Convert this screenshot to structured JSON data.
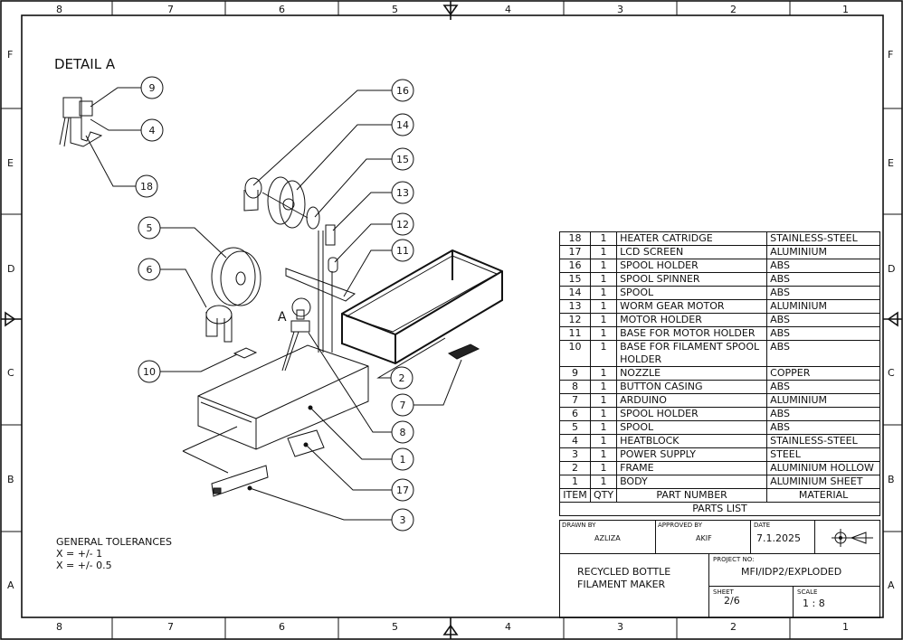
{
  "detail_title": "DETAIL A",
  "detail_marker": "A",
  "zones": {
    "columns": [
      "8",
      "7",
      "6",
      "5",
      "4",
      "3",
      "2",
      "1"
    ],
    "rows": [
      "F",
      "E",
      "D",
      "C",
      "B",
      "A"
    ]
  },
  "balloons": [
    "9",
    "4",
    "18",
    "5",
    "6",
    "10",
    "16",
    "14",
    "15",
    "13",
    "12",
    "11",
    "2",
    "7",
    "8",
    "1",
    "17",
    "3"
  ],
  "tolerances": {
    "title": "GENERAL TOLERANCES",
    "lines": [
      "X = +/- 1",
      "X = +/- 0.5"
    ]
  },
  "parts_list": {
    "title": "PARTS LIST",
    "headers": [
      "ITEM",
      "QTY",
      "PART NUMBER",
      "MATERIAL"
    ],
    "rows": [
      {
        "item": "18",
        "qty": "1",
        "part": "HEATER CATRIDGE",
        "material": "STAINLESS-STEEL"
      },
      {
        "item": "17",
        "qty": "1",
        "part": "LCD SCREEN",
        "material": "ALUMINIUM"
      },
      {
        "item": "16",
        "qty": "1",
        "part": "SPOOL HOLDER",
        "material": "ABS"
      },
      {
        "item": "15",
        "qty": "1",
        "part": "SPOOL SPINNER",
        "material": "ABS"
      },
      {
        "item": "14",
        "qty": "1",
        "part": "SPOOL",
        "material": "ABS"
      },
      {
        "item": "13",
        "qty": "1",
        "part": "WORM GEAR MOTOR",
        "material": "ALUMINIUM"
      },
      {
        "item": "12",
        "qty": "1",
        "part": "MOTOR HOLDER",
        "material": "ABS"
      },
      {
        "item": "11",
        "qty": "1",
        "part": "BASE FOR MOTOR HOLDER",
        "material": "ABS"
      },
      {
        "item": "10",
        "qty": "1",
        "part": "BASE FOR FILAMENT SPOOL HOLDER",
        "material": "ABS"
      },
      {
        "item": "9",
        "qty": "1",
        "part": "NOZZLE",
        "material": "COPPER"
      },
      {
        "item": "8",
        "qty": "1",
        "part": "BUTTON CASING",
        "material": "ABS"
      },
      {
        "item": "7",
        "qty": "1",
        "part": "ARDUINO",
        "material": "ALUMINIUM"
      },
      {
        "item": "6",
        "qty": "1",
        "part": "SPOOL HOLDER",
        "material": "ABS"
      },
      {
        "item": "5",
        "qty": "1",
        "part": "SPOOL",
        "material": "ABS"
      },
      {
        "item": "4",
        "qty": "1",
        "part": "HEATBLOCK",
        "material": "STAINLESS-STEEL"
      },
      {
        "item": "3",
        "qty": "1",
        "part": "POWER SUPPLY",
        "material": "STEEL"
      },
      {
        "item": "2",
        "qty": "1",
        "part": "FRAME",
        "material": "ALUMINIUM HOLLOW"
      },
      {
        "item": "1",
        "qty": "1",
        "part": "BODY",
        "material": "ALUMINIUM SHEET"
      }
    ]
  },
  "title_block": {
    "drawn_by_label": "DRAWN BY",
    "drawn_by": "AZLIZA",
    "approved_by_label": "APPROVED BY",
    "approved_by": "AKIF",
    "date_label": "DATE",
    "date": "7.1.2025",
    "projection_icon": "first-angle-projection-icon",
    "title_line1": "RECYCLED BOTTLE",
    "title_line2": "FILAMENT MAKER",
    "project_no_label": "PROJECT NO:",
    "project_no": "MFI/IDP2/EXPLODED",
    "sheet_label": "SHEET",
    "sheet": "2/6",
    "scale_label": "SCALE",
    "scale": "1 : 8"
  }
}
